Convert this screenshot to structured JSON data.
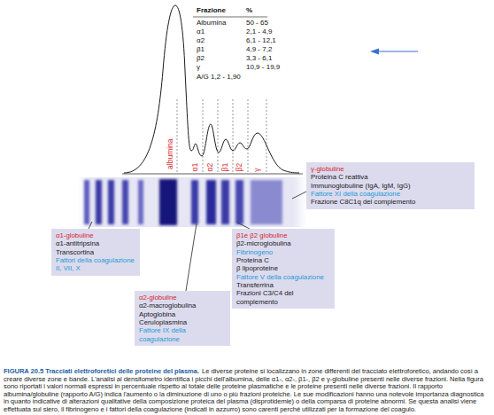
{
  "diagram": {
    "title": "FIGURA 20.5 Tracciati elettroforetici delle proteine del plasma.",
    "caption": "Le diverse proteine si localizzano in zone differenti del tracciato elettroforetico, andando così a creare diverse zone e bande. L'analisi al densitometro identifica i picchi dell'albumina, delle α1-, α2-, β1-, β2 e γ-globuline presenti nelle diverse frazioni. Nella figura sono riportati i valori normali espressi in percentuale rispetto al totale delle proteine plasmatiche e le proteine presenti nelle diverse frazioni. Il rapporto albumina/globuline (rapporto A/G) indica l'aumento o la diminuzione di uno o più frazioni proteiche. Le sue modificazioni hanno una notevole importanza diagnostica in quanto indicative di alterazioni qualitative della composizione proteica del plasma (disprotidemie) o della comparsa di proteine abnormi. Se questa analisi viene effettuata sul siero, il fibrinogeno e i fattori della coagulazione (indicati in azzurro) sono carenti perché utilizzati per la formazione del coagulo.",
    "nodes": [
      {
        "text": [
          "α1-globuline",
          "α1-antitripsina",
          "Transcortina",
          "Fattori della coagulazione II, VII, X"
        ]
      },
      {
        "text": [
          "α2-globuline",
          "α2-macroglobulina",
          "Aptoglobina",
          "Ceruloplasmina",
          "Fattore IX della coagulazione"
        ]
      },
      {
        "text": [
          "β1e β2 globuline",
          "β2-microglobulina",
          "Fibrinogeno",
          "Proteina C",
          "β lipoproteine",
          "Fattore V della coagulazione",
          "Transferrina",
          "Frazioni C3/C4 del complemento"
        ]
      },
      {
        "text": [
          "γ-globuline",
          "Proteina C reattiva",
          "Immunoglobuline (IgA, IgM, IgG)",
          "Fattore XI della coagulazione",
          "Frazione C8C1q del complemento"
        ]
      }
    ],
    "labels": [
      "Frazione",
      "%",
      "Albumina",
      "50 - 65",
      "α1",
      "2,1 - 4,9",
      "α2",
      "6,1 - 12,1",
      "β1",
      "4,9 - 7,2",
      "β2",
      "3,3 - 6,1",
      "γ",
      "10,9 - 19,9",
      "A/G 1,2 - 1,90",
      "albumina",
      "α1",
      "α2",
      "β1",
      "β2",
      "γ"
    ]
  }
}
